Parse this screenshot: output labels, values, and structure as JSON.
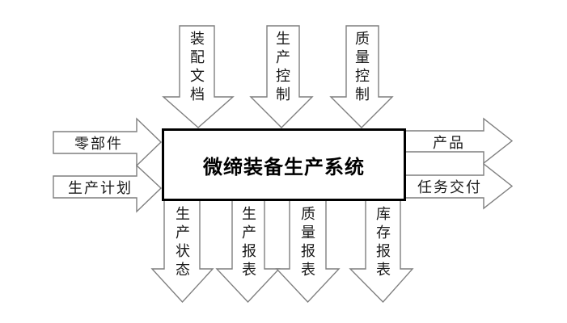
{
  "diagram": {
    "system_box": {
      "title": "微缔装备生产系统"
    },
    "top_inputs": [
      {
        "label": "装配文档"
      },
      {
        "label": "生产控制"
      },
      {
        "label": "质量控制"
      }
    ],
    "left_inputs": [
      {
        "label": "零部件"
      },
      {
        "label": "生产计划"
      }
    ],
    "right_outputs": [
      {
        "label": "产品"
      },
      {
        "label": "任务交付"
      }
    ],
    "bottom_outputs": [
      {
        "label": "生产状态"
      },
      {
        "label": "生产报表"
      },
      {
        "label": "质量报表"
      },
      {
        "label": "库存报表"
      }
    ],
    "colors": {
      "arrow_outline": "#7f7f7f",
      "arrow_fill": "#ffffff",
      "box_border": "#000000",
      "text": "#1a1a1a",
      "background": "#ffffff"
    }
  }
}
